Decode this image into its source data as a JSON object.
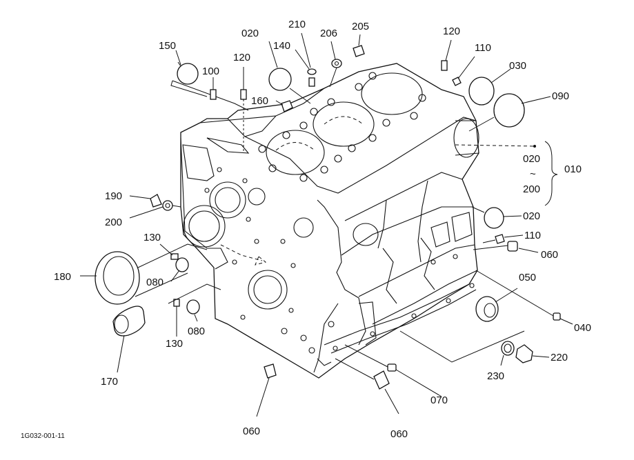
{
  "diagram": {
    "doc_code": "1G032-001-11",
    "parts": [
      {
        "key": "p150",
        "label": "150"
      },
      {
        "key": "p100",
        "label": "100"
      },
      {
        "key": "p120a",
        "label": "120"
      },
      {
        "key": "p020a",
        "label": "020"
      },
      {
        "key": "p140",
        "label": "140"
      },
      {
        "key": "p210",
        "label": "210"
      },
      {
        "key": "p206",
        "label": "206"
      },
      {
        "key": "p205",
        "label": "205"
      },
      {
        "key": "p120b",
        "label": "120"
      },
      {
        "key": "p110a",
        "label": "110"
      },
      {
        "key": "p030",
        "label": "030"
      },
      {
        "key": "p090",
        "label": "090"
      },
      {
        "key": "p160",
        "label": "160"
      },
      {
        "key": "p010",
        "label": "010"
      },
      {
        "key": "p020r",
        "label": "020"
      },
      {
        "key": "p200r",
        "label": "200"
      },
      {
        "key": "p020b",
        "label": "020"
      },
      {
        "key": "p110b",
        "label": "110"
      },
      {
        "key": "p060a",
        "label": "060"
      },
      {
        "key": "p050",
        "label": "050"
      },
      {
        "key": "p040",
        "label": "040"
      },
      {
        "key": "p220",
        "label": "220"
      },
      {
        "key": "p230",
        "label": "230"
      },
      {
        "key": "p070",
        "label": "070"
      },
      {
        "key": "p060b",
        "label": "060"
      },
      {
        "key": "p060c",
        "label": "060"
      },
      {
        "key": "p190",
        "label": "190"
      },
      {
        "key": "p200",
        "label": "200"
      },
      {
        "key": "p130a",
        "label": "130"
      },
      {
        "key": "p180",
        "label": "180"
      },
      {
        "key": "p080a",
        "label": "080"
      },
      {
        "key": "p130b",
        "label": "130"
      },
      {
        "key": "p080b",
        "label": "080"
      },
      {
        "key": "p170",
        "label": "170"
      }
    ],
    "range_separator": "~"
  }
}
